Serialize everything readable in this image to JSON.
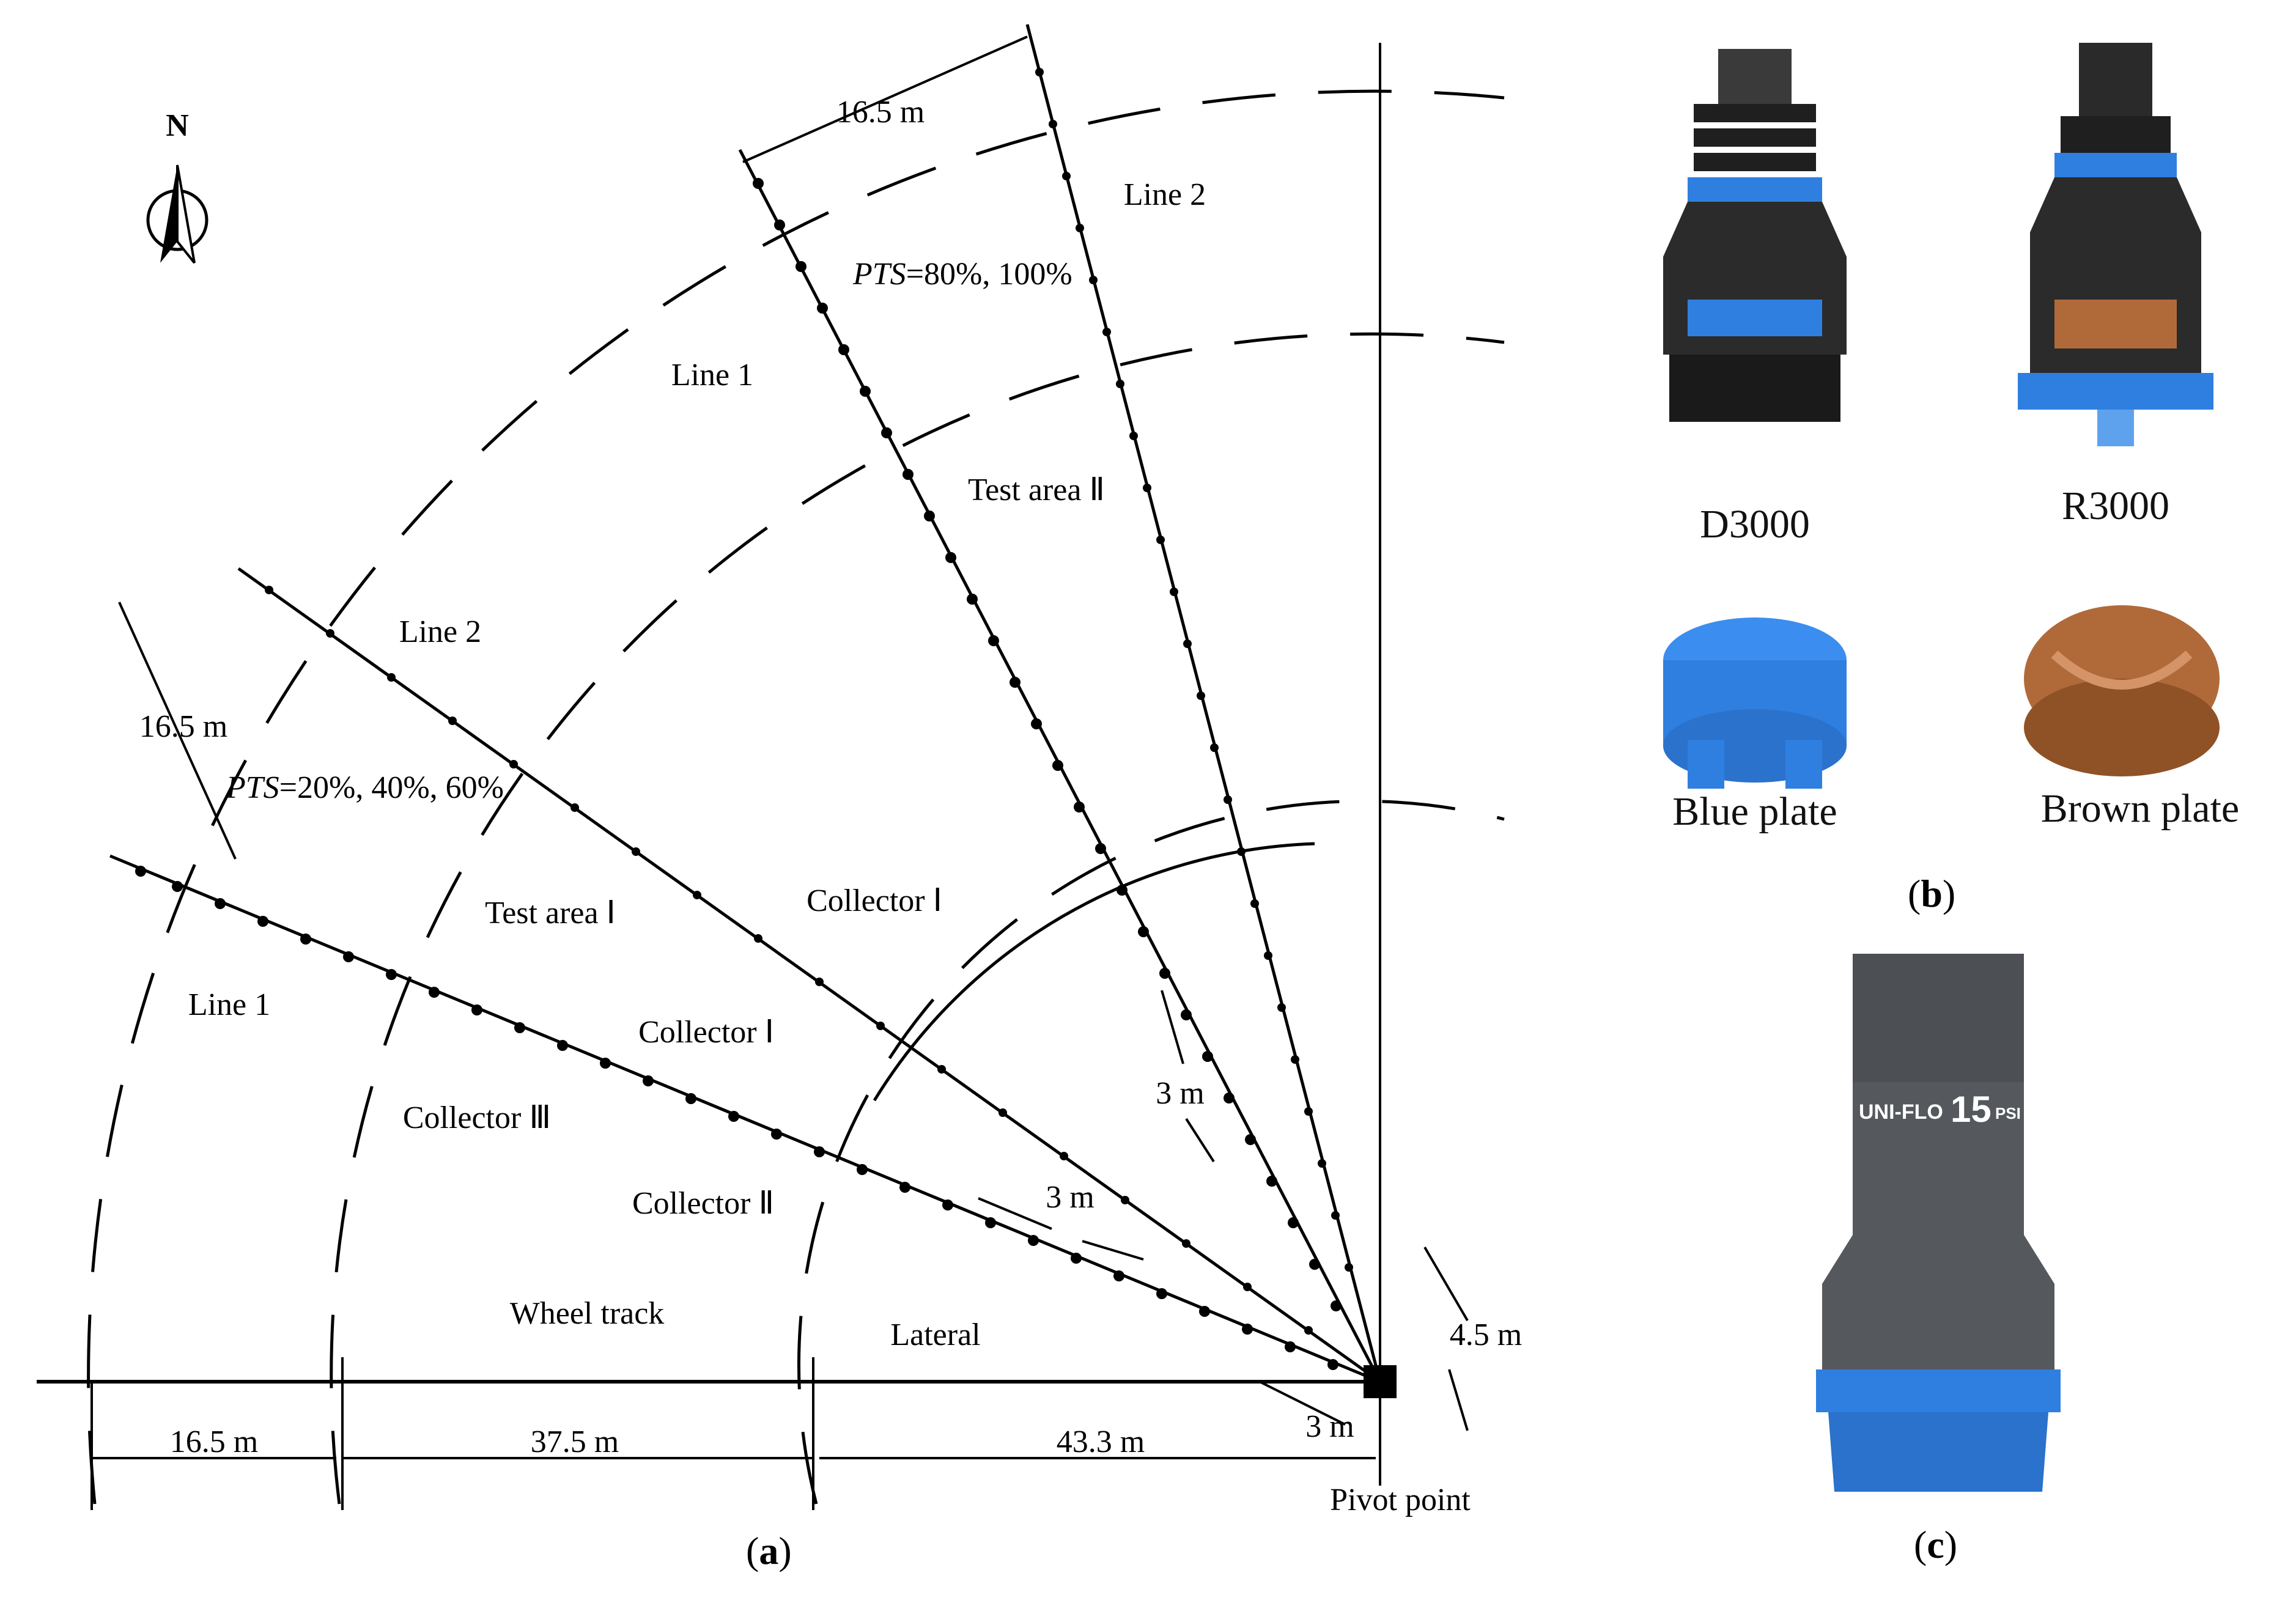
{
  "compass": {
    "label": "N",
    "icon": "north-arrow-icon"
  },
  "panel_a": {
    "caption_letter": "a",
    "distances": {
      "radial_top": "16.5 m",
      "radial_left": "16.5 m",
      "spacing_line2": "3 m",
      "spacing_line1": "3 m",
      "offset_right": "4.5 m",
      "offset_pivot": "3 m",
      "bottom_1": "16.5 m",
      "bottom_2": "37.5 m",
      "bottom_3": "43.3 m"
    },
    "labels": {
      "line2_upper": "Line 2",
      "line1_upper": "Line 1",
      "pts_upper_var": "PTS",
      "pts_upper_val": "=80%, 100%",
      "test_area_2": "Test area Ⅱ",
      "line2_lower": "Line 2",
      "pts_lower_var": "PTS",
      "pts_lower_val": "=20%, 40%, 60%",
      "test_area_1": "Test area Ⅰ",
      "line1_lower": "Line 1",
      "collector_1_upper": "Collector Ⅰ",
      "collector_1_lower": "Collector Ⅰ",
      "collector_3": "Collector Ⅲ",
      "collector_2": "Collector Ⅱ",
      "wheel_track": "Wheel track",
      "lateral": "Lateral",
      "pivot_point": "Pivot point"
    }
  },
  "panel_b": {
    "caption_letter": "b",
    "nozzle_1": "D3000",
    "nozzle_2": "R3000",
    "plate_1": "Blue plate",
    "plate_2": "Brown plate"
  },
  "panel_c": {
    "caption_letter": "c",
    "regulator_brand": "UNI-FLO",
    "regulator_pressure": "15",
    "regulator_unit": "PSI"
  },
  "colors": {
    "blue_plastic": "#2f7fe0",
    "brown_plate": "#b06a3a",
    "dark_body": "#2b2b2b",
    "regulator_grey": "#55585c"
  }
}
